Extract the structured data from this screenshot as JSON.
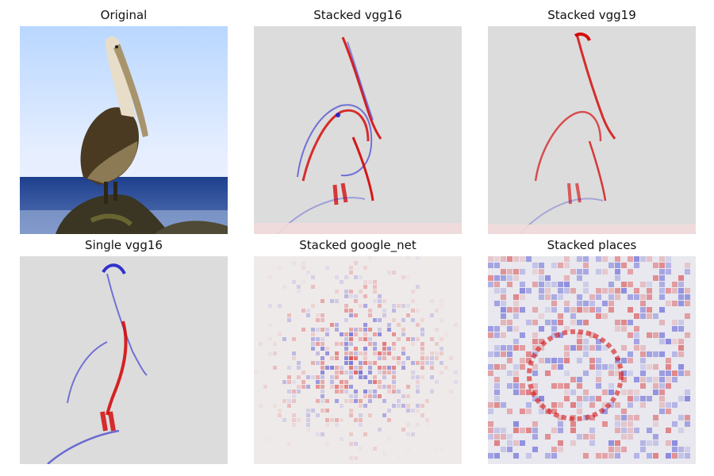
{
  "figure": {
    "panels": [
      {
        "id": "original",
        "title": "Original"
      },
      {
        "id": "stacked-vgg16",
        "title": "Stacked vgg16"
      },
      {
        "id": "stacked-vgg19",
        "title": "Stacked vgg19"
      },
      {
        "id": "single-vgg16",
        "title": "Single vgg16"
      },
      {
        "id": "stacked-google-net",
        "title": "Stacked google_net"
      },
      {
        "id": "stacked-places",
        "title": "Stacked places"
      }
    ]
  },
  "colors": {
    "heatmap_background": "#dcdcdc",
    "positive": "#d40000",
    "negative": "#1a1acc",
    "sky_top": "#cfe3ff",
    "sky_bottom": "#e6efff",
    "sea": "#2c4f9a",
    "pelican_body": "#4a3a22",
    "rock": "#3a3323"
  }
}
